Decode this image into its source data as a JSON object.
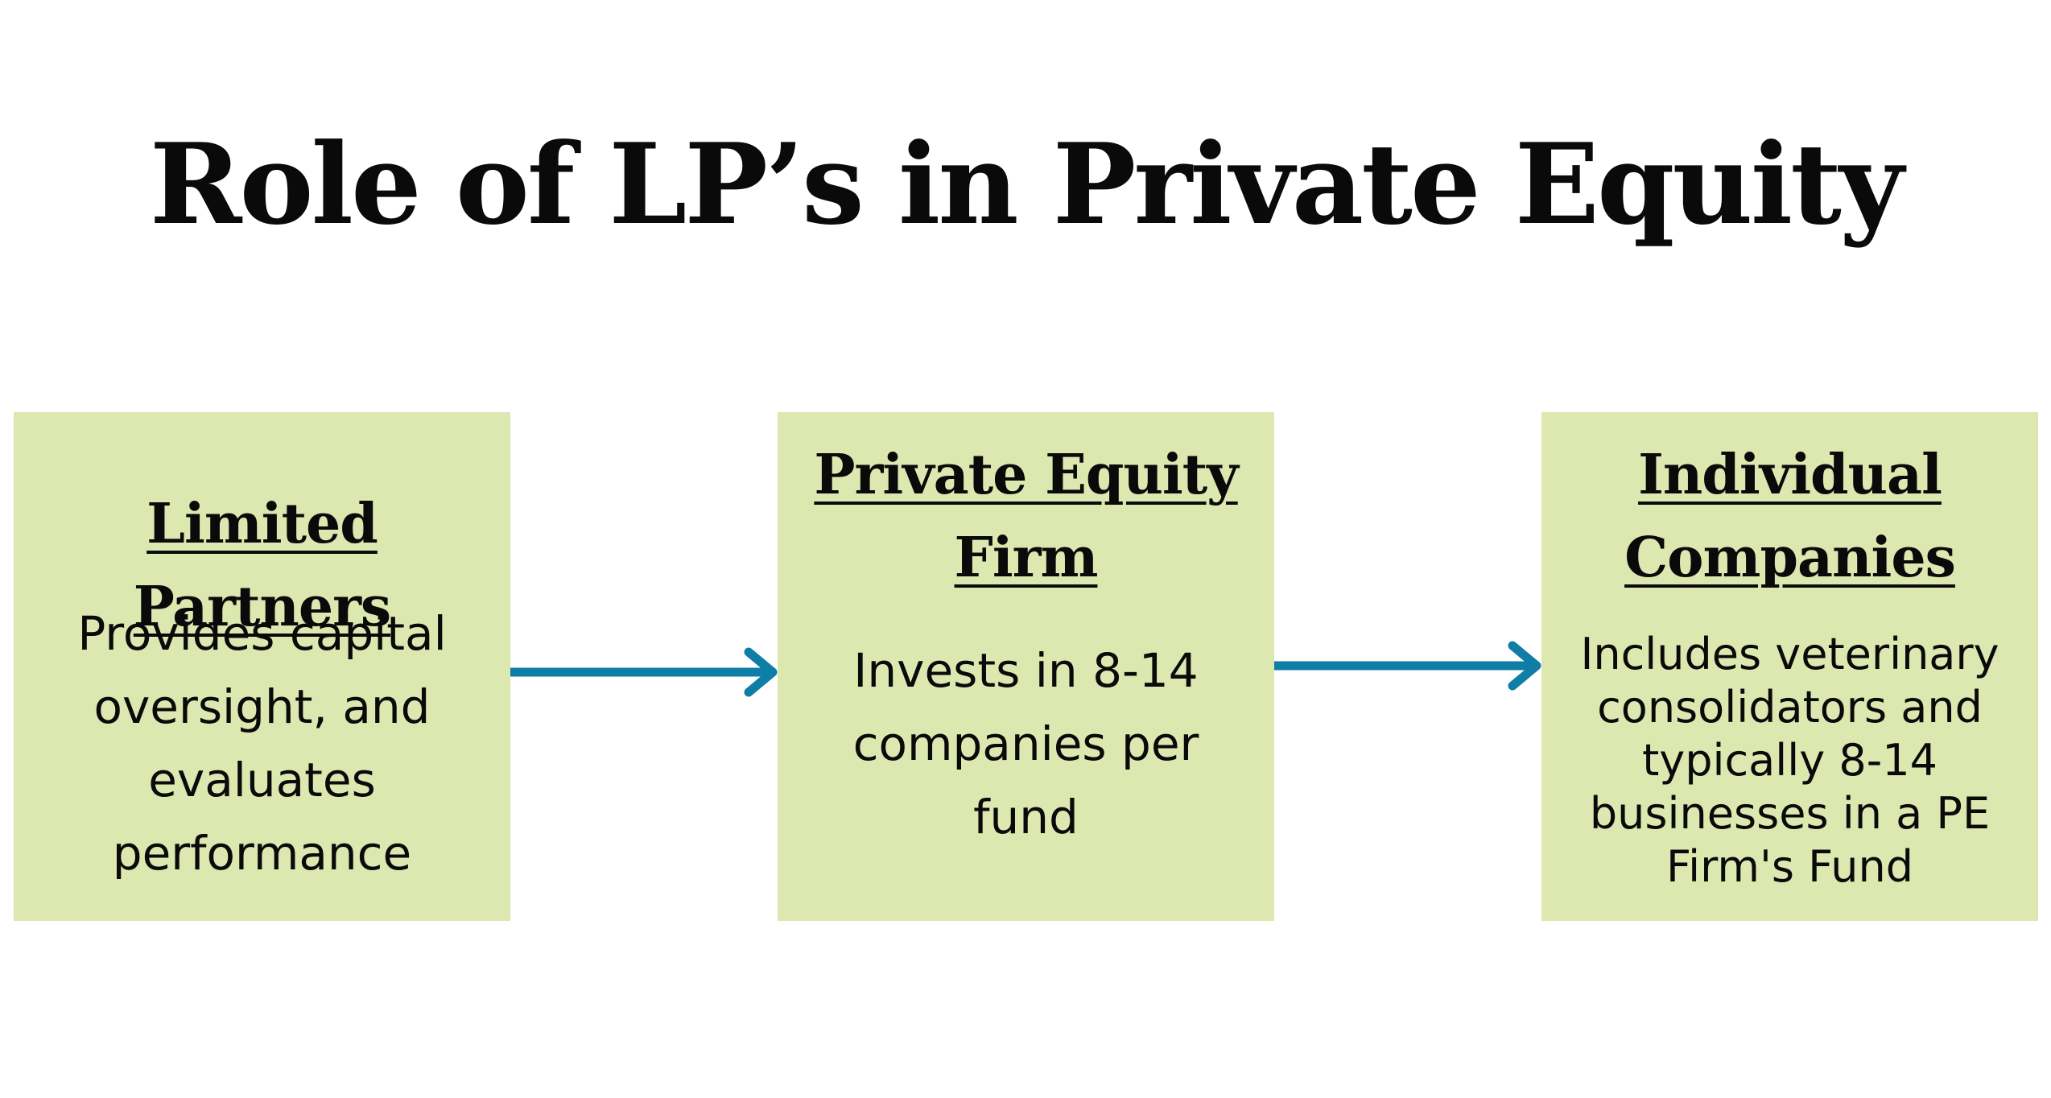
{
  "title": "Role of LP’s in Private Equity",
  "colors": {
    "box_fill": "#dce8b0",
    "arrow": "#0e7ea6",
    "text": "#0a0a0a"
  },
  "boxes": [
    {
      "heading": "Limited Partners",
      "body": "Provides capital oversight, and evaluates performance"
    },
    {
      "heading": "Private Equity Firm",
      "body": "Invests in 8-14 companies per fund"
    },
    {
      "heading": "Individual Companies",
      "body": "Includes veterinary consolidators and typically 8-14 businesses in a PE Firm's Fund"
    }
  ],
  "connectors": [
    {
      "from": "Limited Partners",
      "to": "Private Equity Firm"
    },
    {
      "from": "Private Equity Firm",
      "to": "Individual Companies"
    }
  ]
}
